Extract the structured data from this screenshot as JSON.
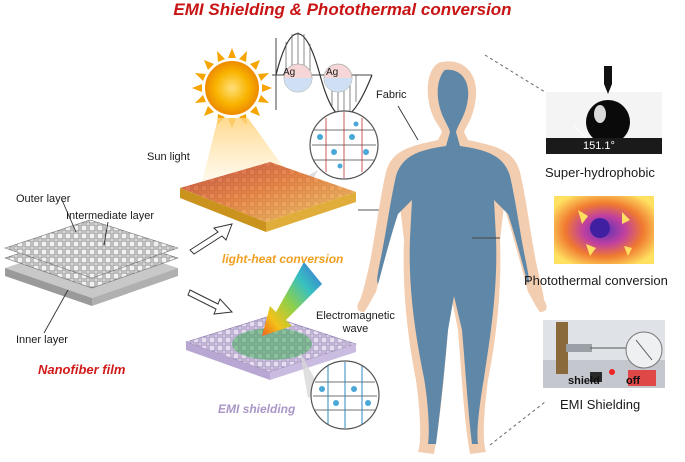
{
  "title": "EMI Shielding & Photothermal conversion",
  "labels": {
    "ag_left": "Ag",
    "ag_right": "Ag",
    "sun_light": "Sun light",
    "fabric": "Fabric",
    "outer_layer": "Outer layer",
    "intermediate_layer": "Intermediate layer",
    "inner_layer": "Inner layer",
    "nanofiber_film": "Nanofiber film",
    "light_heat_conversion": "light-heat conversion",
    "electromagnetic_wave": "Electromagnetic\nwave",
    "emi_shielding_film": "EMI shielding",
    "contact_angle": "151.1°",
    "super_hydrophobic": "Super-hydrophobic",
    "photothermal_conversion": "Photothermal conversion",
    "shield": "shield",
    "off": "off",
    "emi_shielding_panel": "EMI Shielding"
  },
  "colors": {
    "title_red": "#c81414",
    "body_fill": "#5f88a8",
    "skin_outline": "#f0c8a6",
    "sun": "#f5a400",
    "orange_label": "#f0a020",
    "purple_label": "#a996c6"
  }
}
